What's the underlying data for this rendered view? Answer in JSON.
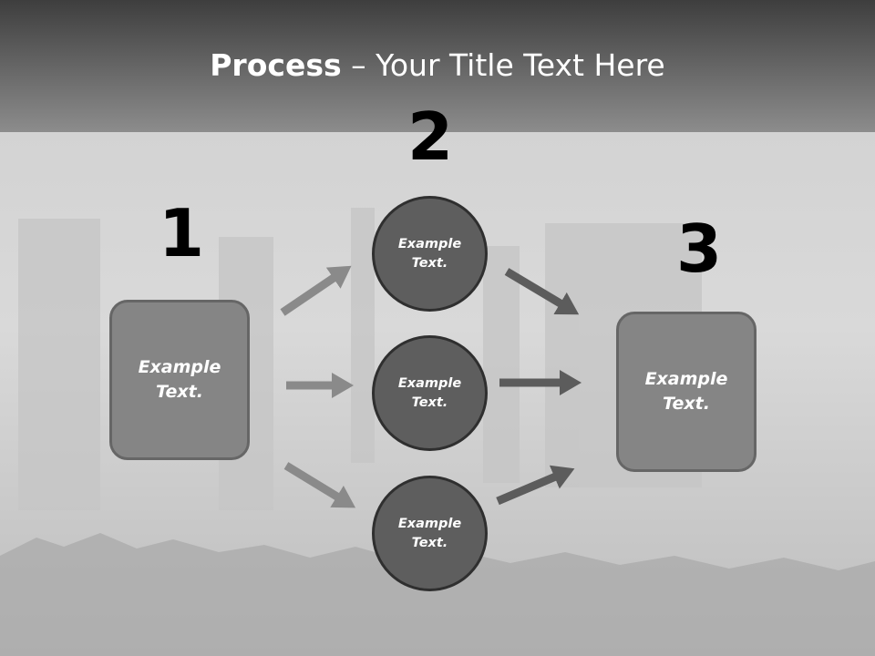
{
  "title": {
    "strong": "Process",
    "rest": " – Your Title Text Here"
  },
  "steps": [
    {
      "number": "1",
      "label": "Example\nText."
    },
    {
      "number": "2",
      "nodes": [
        {
          "label": "Example\nText."
        },
        {
          "label": "Example\nText."
        },
        {
          "label": "Example\nText."
        }
      ]
    },
    {
      "number": "3",
      "label": "Example\nText."
    }
  ],
  "colors": {
    "left_arrows": "#8a8a8a",
    "right_arrows": "#5c5c5c",
    "box_fill": "#858585",
    "circle_fill": "#5e5e5e"
  }
}
